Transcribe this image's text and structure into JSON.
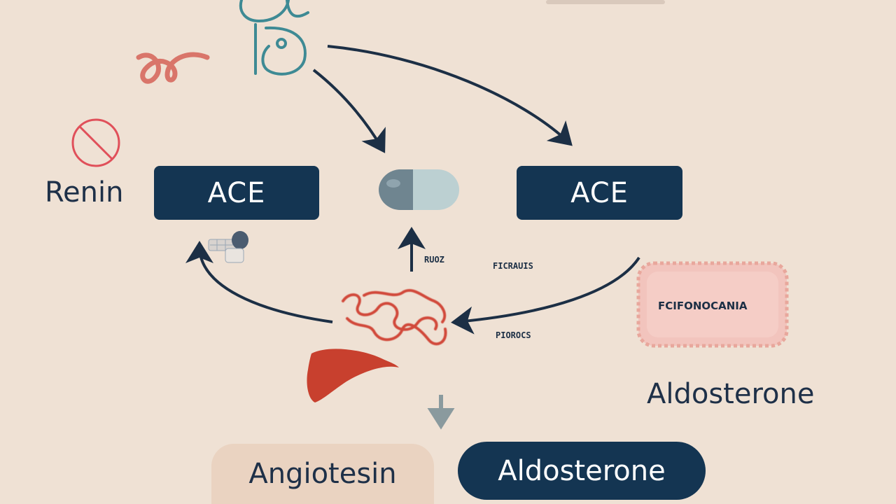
{
  "labels": {
    "renin": "Renin",
    "ace_left": "ACE",
    "ace_right": "ACE",
    "ren_small": "RUOZ",
    "fclaus_small": "FICRAUIS",
    "piroc_small": "PIOROCS",
    "patch_text": "FCIFONOCANIA",
    "aldosterone_right": "Aldosterone",
    "angiotesin_pill": "Angiotesin",
    "aldosterone_pill": "Aldosterone"
  },
  "colors": {
    "background": "#efe1d4",
    "navy": "#143552",
    "teal": "#3e8a94",
    "red": "#c8402e",
    "pink_patch": "#f2c4bd"
  },
  "icons": [
    "kidney-outline-icon",
    "dna-strand-icon",
    "prohibited-icon",
    "capsule-pill-icon",
    "pill-cluster-icon",
    "protein-chain-icon",
    "liver-icon",
    "down-arrow-icon"
  ]
}
